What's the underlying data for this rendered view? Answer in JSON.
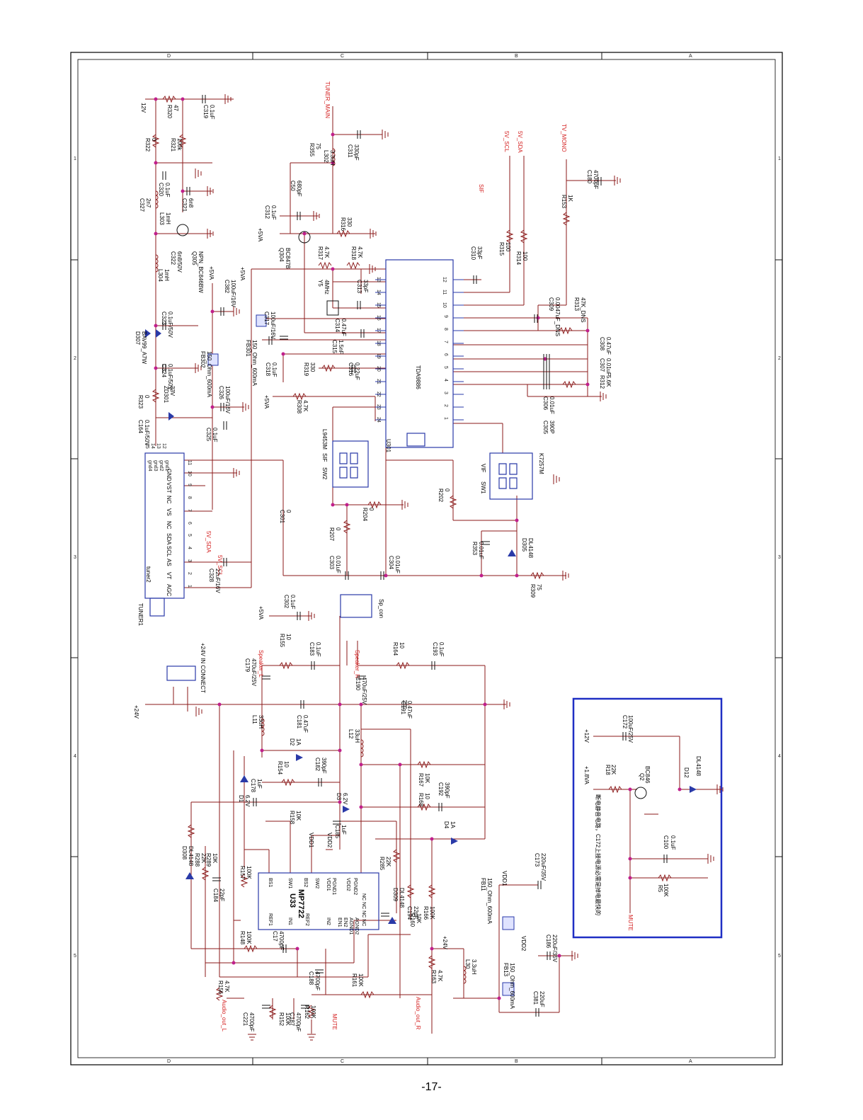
{
  "page_number": "-17-",
  "frame": {
    "zone_letters": [
      "D",
      "C",
      "B",
      "A"
    ],
    "zone_numbers": [
      "1",
      "2",
      "3",
      "4",
      "5"
    ]
  },
  "ics": {
    "tda": {
      "ref": "U301",
      "part": "TDA9886",
      "left_pins": [
        "13",
        "14",
        "15",
        "16",
        "17",
        "18",
        "19",
        "20",
        "21",
        "22",
        "23",
        "24"
      ],
      "right_pins": [
        "12",
        "11",
        "10",
        "9",
        "8",
        "7",
        "6",
        "5",
        "4",
        "3",
        "2",
        "1"
      ]
    },
    "amp": {
      "ref": "U33",
      "part": "MP7722",
      "pins_top": [
        "BS1",
        "SW1",
        "BS2",
        "SW2",
        "VDD2",
        "PGND1",
        "VDD1",
        "PGND2"
      ],
      "pins_bottom": [
        "REF1",
        "IN1",
        "IN2",
        "EN1",
        "EN2",
        "AGND1",
        "AGND2",
        "REF2"
      ],
      "nc": "NC NC NC NC"
    },
    "tuner": {
      "ref": "TUNER1",
      "part": "tuner2",
      "pins": [
        "AGC",
        "VT",
        "AS",
        "SCL",
        "SDA",
        "NC",
        "VS",
        "NC",
        "VST",
        "GND"
      ],
      "pin_numbers": [
        "1",
        "2",
        "3",
        "4",
        "5",
        "6",
        "7",
        "8",
        "9",
        "10",
        "11"
      ],
      "gnd_pins": [
        "gnd4",
        "gnd3",
        "gnd2",
        "gnd1"
      ],
      "gnd_numbers": [
        "15",
        "14",
        "13",
        "12"
      ]
    },
    "sw2": {
      "ref": "SW2",
      "part": "L9453M",
      "tag": "SIF"
    },
    "sw1": {
      "ref": "SW1",
      "part": "K7257M",
      "tag": "VIF"
    }
  },
  "nets": {
    "tuner_main": "TUNER_MAIN",
    "sif": "SIF",
    "v5_scl": "5V_SCL",
    "v5_sda": "5V_SDA",
    "tv_mono": "TV_MONO",
    "speaker_l": "Speaker_L",
    "speaker_r": "Speaker_R",
    "audio_out_l": "Audio_out_L",
    "audio_out_r": "Audio_out_R",
    "mute": "MUTE",
    "v12": "12V",
    "v5va": "+5VA",
    "v24": "+24V",
    "v24_in": "+24V IN CONNECT",
    "v12b": "+12V",
    "v18": "+1.8VA",
    "vdd1": "VDD1",
    "vdd2": "VDD2",
    "sp_con": "Sp_con"
  },
  "components": [
    {
      "ref": "R320",
      "val": "47"
    },
    {
      "ref": "C319",
      "val": "0.1uF"
    },
    {
      "ref": "R322",
      "val": "0"
    },
    {
      "ref": "R321",
      "val": "100k"
    },
    {
      "ref": "C327",
      "val": "2n7"
    },
    {
      "ref": "C320",
      "val": "0.1uF"
    },
    {
      "ref": "L303",
      "val": "1mH"
    },
    {
      "ref": "C321",
      "val": "6n8"
    },
    {
      "ref": "Q305",
      "val": "NPN_BC846BW"
    },
    {
      "ref": "C322",
      "val": "6n8/50V"
    },
    {
      "ref": "L304",
      "val": "1mH"
    },
    {
      "ref": "D307",
      "val": "BAV99_A7W"
    },
    {
      "ref": "C323",
      "val": "0.1uF/50V"
    },
    {
      "ref": "C324",
      "val": "0.1uF/50V"
    },
    {
      "ref": "R323",
      "val": "0"
    },
    {
      "ref": "ZD301",
      "val": "33V"
    },
    {
      "ref": "C164",
      "val": "0.1uF/50V"
    },
    {
      "ref": "C382",
      "val": "100uF/16V"
    },
    {
      "ref": "FB302",
      "val": "150_Ohm_600mA"
    },
    {
      "ref": "C326",
      "val": "100uF/16V"
    },
    {
      "ref": "C325",
      "val": "0.1uF"
    },
    {
      "ref": "C328",
      "val": "22uF/16V"
    },
    {
      "ref": "C301",
      "val": "0"
    },
    {
      "ref": "C50",
      "val": "680pF"
    },
    {
      "ref": "R355",
      "val": "75"
    },
    {
      "ref": "L302",
      "val": "3.3uH"
    },
    {
      "ref": "C311",
      "val": "330pF"
    },
    {
      "ref": "C312",
      "val": "0.1uF"
    },
    {
      "ref": "R316",
      "val": "330"
    },
    {
      "ref": "Q304",
      "val": "BC847B"
    },
    {
      "ref": "R317",
      "val": "4.7K"
    },
    {
      "ref": "R318",
      "val": "4.7K"
    },
    {
      "ref": "Y5",
      "val": "4MHz"
    },
    {
      "ref": "C313",
      "val": "33pF"
    },
    {
      "ref": "C317",
      "val": "100uF/16V"
    },
    {
      "ref": "FB301",
      "val": "150_Ohm_600mA"
    },
    {
      "ref": "C314",
      "val": "0.47uF"
    },
    {
      "ref": "C315",
      "val": "1.5nF"
    },
    {
      "ref": "C318",
      "val": "0.1uF"
    },
    {
      "ref": "R319",
      "val": "330"
    },
    {
      "ref": "C316",
      "val": "0.22uF"
    },
    {
      "ref": "R308",
      "val": "4.7K"
    },
    {
      "ref": "C310",
      "val": "33pF"
    },
    {
      "ref": "R315",
      "val": "100"
    },
    {
      "ref": "R314",
      "val": "100"
    },
    {
      "ref": "R153",
      "val": "1K"
    },
    {
      "ref": "C180",
      "val": "4700pF"
    },
    {
      "ref": "C309",
      "val": "0.0047uF_DNS"
    },
    {
      "ref": "R313",
      "val": "47K_DNS"
    },
    {
      "ref": "R312",
      "val": "5.6K"
    },
    {
      "ref": "C307",
      "val": "0.01uF"
    },
    {
      "ref": "C308",
      "val": "0.47uF"
    },
    {
      "ref": "C306",
      "val": "0.01uF"
    },
    {
      "ref": "C305",
      "val": "390P"
    },
    {
      "ref": "R202",
      "val": "0"
    },
    {
      "ref": "R207",
      "val": "0"
    },
    {
      "ref": "R204",
      "val": "0"
    },
    {
      "ref": "C303",
      "val": "0.01uF"
    },
    {
      "ref": "C304",
      "val": "0.01uF"
    },
    {
      "ref": "R353",
      "val": "0.01uF"
    },
    {
      "ref": "D305",
      "val": "DL4148"
    },
    {
      "ref": "R309",
      "val": "75"
    },
    {
      "ref": "C302",
      "val": "0.1uF"
    },
    {
      "ref": "R155",
      "val": "10"
    },
    {
      "ref": "C183",
      "val": "0.1uF"
    },
    {
      "ref": "R164",
      "val": "10"
    },
    {
      "ref": "C193",
      "val": "0.1uF"
    },
    {
      "ref": "C179",
      "val": "470uF/25V"
    },
    {
      "ref": "C190",
      "val": "470uF/25V"
    },
    {
      "ref": "C181",
      "val": "0.47uF"
    },
    {
      "ref": "C191",
      "val": "0.47uF"
    },
    {
      "ref": "L11",
      "val": "33uH"
    },
    {
      "ref": "L12",
      "val": "33uH"
    },
    {
      "ref": "D2",
      "val": "1A"
    },
    {
      "ref": "R154",
      "val": "10"
    },
    {
      "ref": "C182",
      "val": "390pF"
    },
    {
      "ref": "R167",
      "val": "10K"
    },
    {
      "ref": "R168",
      "val": "10"
    },
    {
      "ref": "C192",
      "val": "390pF"
    },
    {
      "ref": "D1",
      "val": "6.2V"
    },
    {
      "ref": "C178",
      "val": "1uF"
    },
    {
      "ref": "D3",
      "val": "6.2V"
    },
    {
      "ref": "R158",
      "val": "10K"
    },
    {
      "ref": "C185",
      "val": "1uF"
    },
    {
      "ref": "D4",
      "val": "1A"
    },
    {
      "ref": "D308",
      "val": "DL4148"
    },
    {
      "ref": "R288",
      "val": "22K"
    },
    {
      "ref": "R289",
      "val": "10K"
    },
    {
      "ref": "C184",
      "val": "22pF"
    },
    {
      "ref": "R157",
      "val": "100K"
    },
    {
      "ref": "R148",
      "val": "100K"
    },
    {
      "ref": "C17",
      "val": "4700pF"
    },
    {
      "ref": "R285",
      "val": "22K"
    },
    {
      "ref": "D309",
      "val": "DL4148"
    },
    {
      "ref": "C194",
      "val": "22pF"
    },
    {
      "ref": "R160",
      "val": "10K"
    },
    {
      "ref": "R166",
      "val": "100K"
    },
    {
      "ref": "C188",
      "val": "4700pF"
    },
    {
      "ref": "R161",
      "val": "100K"
    },
    {
      "ref": "R156",
      "val": "4.7K"
    },
    {
      "ref": "C221",
      "val": "4700pF"
    },
    {
      "ref": "R152",
      "val": "100K"
    },
    {
      "ref": "C187",
      "val": "4700pF"
    },
    {
      "ref": "R162",
      "val": "100K"
    },
    {
      "ref": "R163",
      "val": "4.7K"
    },
    {
      "ref": "L30",
      "val": "3.3uH"
    },
    {
      "ref": "FB11",
      "val": "150_Ohm_600mA"
    },
    {
      "ref": "C173",
      "val": "220uF/35V"
    },
    {
      "ref": "FB13",
      "val": "150_Ohm_600mA"
    },
    {
      "ref": "C186",
      "val": "220uF/35V"
    },
    {
      "ref": "C381",
      "val": "220uF"
    },
    {
      "ref": "CON7",
      "val": ""
    },
    {
      "ref": "CON8",
      "val": ""
    }
  ],
  "mute_box": {
    "c172": {
      "ref": "C172",
      "val": "100uF/25V"
    },
    "r18": {
      "ref": "R18",
      "val": "22K"
    },
    "q2": {
      "ref": "Q2",
      "val": "BC846"
    },
    "d12": {
      "ref": "D12",
      "val": "DL4148"
    },
    "c100": {
      "ref": "C100",
      "val": "0.1uF"
    },
    "r5": {
      "ref": "R5",
      "val": "100K"
    },
    "note": "断电静音电路，C172上接电源必需是掉电最快的"
  },
  "colors": {
    "wire": "#8b1a1a",
    "net_label": "#d42020",
    "ic_outline": "#2a3aa8",
    "junction": "#c0208c",
    "mute_box": "#1f2fc4"
  }
}
